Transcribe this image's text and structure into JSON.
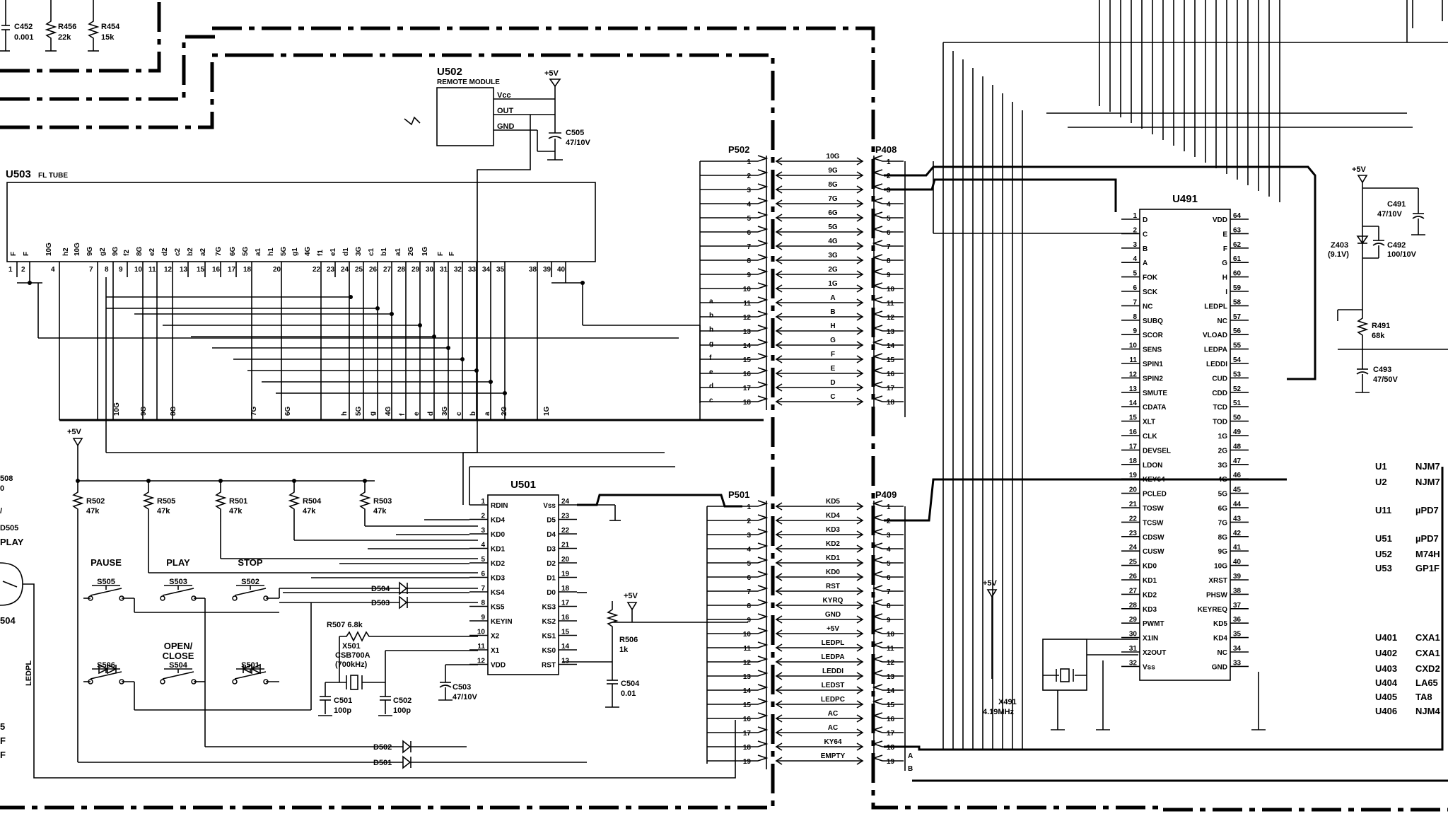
{
  "fl_tube": {
    "ref": "U503",
    "name": "FL TUBE",
    "pins": [
      "1",
      "2",
      "4",
      "7",
      "8",
      "9",
      "10",
      "11",
      "12",
      "13",
      "15",
      "16",
      "17",
      "18",
      "20",
      "22",
      "23",
      "24",
      "25",
      "26",
      "27",
      "28",
      "29",
      "30",
      "31",
      "32",
      "33",
      "34",
      "35",
      "38",
      "39",
      "40"
    ],
    "pin_labels": [
      "F",
      "F",
      "10G",
      "h2",
      "10G",
      "9G",
      "g2",
      "9G",
      "f2",
      "8G",
      "e2",
      "d2",
      "c2",
      "b2",
      "a2",
      "7G",
      "6G",
      "5G",
      "a1",
      "h1",
      "5G",
      "g1",
      "4G",
      "f1",
      "e1",
      "d1",
      "3G",
      "c1",
      "b1",
      "a1",
      "2G",
      "1G",
      "F",
      "F"
    ]
  },
  "remote": {
    "ref": "U502",
    "name": "REMOTE MODULE",
    "pins": [
      "Vcc",
      "OUT",
      "GND"
    ],
    "cap_ref": "C505",
    "cap_val": "47/10V",
    "supply": "+5V"
  },
  "top_parts": [
    {
      "ref": "C452",
      "val": "0.001"
    },
    {
      "ref": "R456",
      "val": "22k"
    },
    {
      "ref": "R454",
      "val": "15k"
    }
  ],
  "p502": {
    "ref": "P502",
    "pins": [
      "1",
      "2",
      "3",
      "4",
      "5",
      "6",
      "7",
      "8",
      "9",
      "10",
      "11",
      "12",
      "13",
      "14",
      "15",
      "16",
      "17",
      "18"
    ],
    "left_labels": [
      "",
      "",
      "",
      "",
      "",
      "",
      "",
      "",
      "",
      "",
      "a",
      "b",
      "h",
      "g",
      "f",
      "e",
      "d",
      "c"
    ],
    "signals": [
      "10G",
      "9G",
      "8G",
      "7G",
      "6G",
      "5G",
      "4G",
      "3G",
      "2G",
      "1G",
      "A",
      "B",
      "H",
      "G",
      "F",
      "E",
      "D",
      "C"
    ]
  },
  "p408": {
    "ref": "P408",
    "pins": [
      "1",
      "2",
      "3",
      "4",
      "5",
      "6",
      "7",
      "8",
      "9",
      "10",
      "11",
      "12",
      "13",
      "14",
      "15",
      "16",
      "17",
      "18"
    ]
  },
  "p501": {
    "ref": "P501",
    "pins": [
      "1",
      "2",
      "3",
      "4",
      "5",
      "6",
      "7",
      "8",
      "9",
      "10",
      "11",
      "12",
      "13",
      "14",
      "15",
      "16",
      "17",
      "18",
      "19"
    ],
    "signals": [
      "KD5",
      "KD4",
      "KD3",
      "KD2",
      "KD1",
      "KD0",
      "RST",
      "KYRQ",
      "GND",
      "+5V",
      "LEDPL",
      "LEDPA",
      "LEDDI",
      "LEDST",
      "LEDPC",
      "AC",
      "AC",
      "KY64",
      "EMPTY"
    ]
  },
  "p409": {
    "ref": "P409",
    "pins": [
      "1",
      "2",
      "3",
      "4",
      "5",
      "6",
      "7",
      "8",
      "9",
      "10",
      "11",
      "12",
      "13",
      "14",
      "15",
      "16",
      "17",
      "18",
      "19"
    ],
    "marks": [
      "A",
      "B"
    ]
  },
  "u501": {
    "ref": "U501",
    "left_pins": [
      "1",
      "2",
      "3",
      "4",
      "5",
      "6",
      "7",
      "8",
      "9",
      "10",
      "11",
      "12"
    ],
    "left_names": [
      "RDIN",
      "KD4",
      "KD0",
      "KD1",
      "KD2",
      "KD3",
      "KS4",
      "KS5",
      "KEYIN",
      "X2",
      "X1",
      "VDD"
    ],
    "right_pins": [
      "24",
      "23",
      "22",
      "21",
      "20",
      "19",
      "18",
      "17",
      "16",
      "15",
      "14",
      "13"
    ],
    "right_names": [
      "Vss",
      "D5",
      "D4",
      "D3",
      "D2",
      "D1",
      "D0",
      "KS3",
      "KS2",
      "KS1",
      "KS0",
      "RST"
    ]
  },
  "u491": {
    "ref": "U491",
    "left_pins": [
      "1",
      "2",
      "3",
      "4",
      "5",
      "6",
      "7",
      "8",
      "9",
      "10",
      "11",
      "12",
      "13",
      "14",
      "15",
      "16",
      "17",
      "18",
      "19",
      "20",
      "21",
      "22",
      "23",
      "24",
      "25",
      "26",
      "27",
      "28",
      "29",
      "30",
      "31",
      "32"
    ],
    "left_names": [
      "D",
      "C",
      "B",
      "A",
      "FOK",
      "SCK",
      "NC",
      "SUBQ",
      "SCOR",
      "SENS",
      "SPIN1",
      "SPIN2",
      "SMUTE",
      "CDATA",
      "XLT",
      "CLK",
      "DEVSEL",
      "LDON",
      "KEY64",
      "PCLED",
      "TOSW",
      "TCSW",
      "CDSW",
      "CUSW",
      "KD0",
      "KD1",
      "KD2",
      "KD3",
      "PWMT",
      "X1IN",
      "X2OUT",
      "Vss"
    ],
    "right_pins": [
      "64",
      "63",
      "62",
      "61",
      "60",
      "59",
      "58",
      "57",
      "56",
      "55",
      "54",
      "53",
      "52",
      "51",
      "50",
      "49",
      "48",
      "47",
      "46",
      "45",
      "44",
      "43",
      "42",
      "41",
      "40",
      "39",
      "38",
      "37",
      "36",
      "35",
      "34",
      "33"
    ],
    "right_names": [
      "VDD",
      "E",
      "F",
      "G",
      "H",
      "I",
      "LEDPL",
      "NC",
      "VLOAD",
      "LEDPA",
      "LEDDI",
      "CUD",
      "CDD",
      "TCD",
      "TOD",
      "1G",
      "2G",
      "3G",
      "4G",
      "5G",
      "6G",
      "7G",
      "8G",
      "9G",
      "10G",
      "XRST",
      "PHSW",
      "KEYREQ",
      "KD5",
      "KD4",
      "NC",
      "GND"
    ]
  },
  "pullups": [
    {
      "ref": "R502",
      "val": "47k"
    },
    {
      "ref": "R505",
      "val": "47k"
    },
    {
      "ref": "R501",
      "val": "47k"
    },
    {
      "ref": "R504",
      "val": "47k"
    },
    {
      "ref": "R503",
      "val": "47k"
    }
  ],
  "switches": [
    {
      "name": "PAUSE",
      "ref": "S505"
    },
    {
      "name": "PLAY",
      "ref": "S503"
    },
    {
      "name": "STOP",
      "ref": "S502"
    },
    {
      "name": "",
      "ref": "S506"
    },
    {
      "name": "OPEN/",
      "name2": "CLOSE",
      "ref": "S504"
    },
    {
      "name": "",
      "ref": "S501"
    }
  ],
  "diodes": [
    "D504",
    "D503",
    "D502",
    "D501"
  ],
  "misc": {
    "r507": "R507  6.8k",
    "x501a": "X501",
    "x501b": "CSB700A",
    "x501c": "(700kHz)",
    "c501": "C501",
    "c501v": "100p",
    "c502": "C502",
    "c502v": "100p",
    "c503": "C503",
    "c503v": "47/10V",
    "r506": "R506",
    "r506v": "1k",
    "c504": "C504",
    "c504v": "0.01",
    "plus5": "+5V",
    "x491": "X491",
    "x491v": "4.19MHz",
    "c491": "C491",
    "c491v": "47/10V",
    "c492": "C492",
    "c492v": "100/10V",
    "z403": "Z403",
    "z403v": "(9.1V)",
    "r491": "R491",
    "r491v": "68k",
    "c493": "C493",
    "c493v": "47/50V",
    "left_508": "508",
    "left_0": "0",
    "left_d505": "D505",
    "left_play": "PLAY",
    "left_504": "504",
    "left_ledpl": "LEDPL",
    "left_5": "5",
    "left_f1": "F",
    "left_f2": "F",
    "left_slash": "/"
  },
  "ic_list": [
    {
      "ref": "U1",
      "part": "NJM7"
    },
    {
      "ref": "U2",
      "part": "NJM7"
    },
    {
      "ref": "U11",
      "part": "µPD7"
    },
    {
      "ref": "U51",
      "part": "µPD7"
    },
    {
      "ref": "U52",
      "part": "M74H"
    },
    {
      "ref": "U53",
      "part": "GP1F"
    },
    {
      "ref": "U401",
      "part": "CXA1"
    },
    {
      "ref": "U402",
      "part": "CXA1"
    },
    {
      "ref": "U403",
      "part": "CXD2"
    },
    {
      "ref": "U404",
      "part": "LA65"
    },
    {
      "ref": "U405",
      "part": "TA8"
    },
    {
      "ref": "U406",
      "part": "NJM4"
    }
  ]
}
